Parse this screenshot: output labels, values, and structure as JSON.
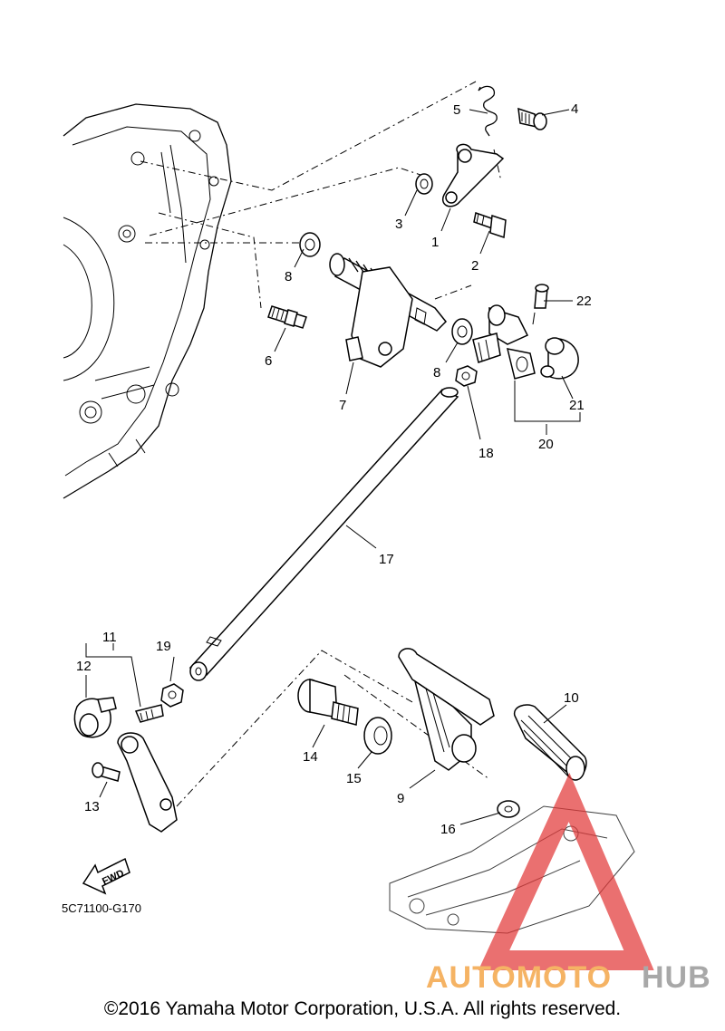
{
  "callouts": {
    "p1": "1",
    "p2": "2",
    "p3": "3",
    "p4": "4",
    "p5": "5",
    "p6": "6",
    "p7": "7",
    "p8a": "8",
    "p8b": "8",
    "p9": "9",
    "p10": "10",
    "p11": "11",
    "p12": "12",
    "p13": "13",
    "p14": "14",
    "p15": "15",
    "p16": "16",
    "p17": "17",
    "p18": "18",
    "p19": "19",
    "p20": "20",
    "p21": "21",
    "p22": "22"
  },
  "fwd_label": "FWD",
  "diagram_code": "5C71100-G170",
  "watermark": {
    "part1": "AUTOMOTO",
    "part2": "HUB",
    "color_orange": "#f4a64a",
    "color_gray": "#9a9a9a",
    "color_red": "#e23a3a"
  },
  "copyright": "©2016 Yamaha Motor Corporation, U.S.A. All rights reserved."
}
